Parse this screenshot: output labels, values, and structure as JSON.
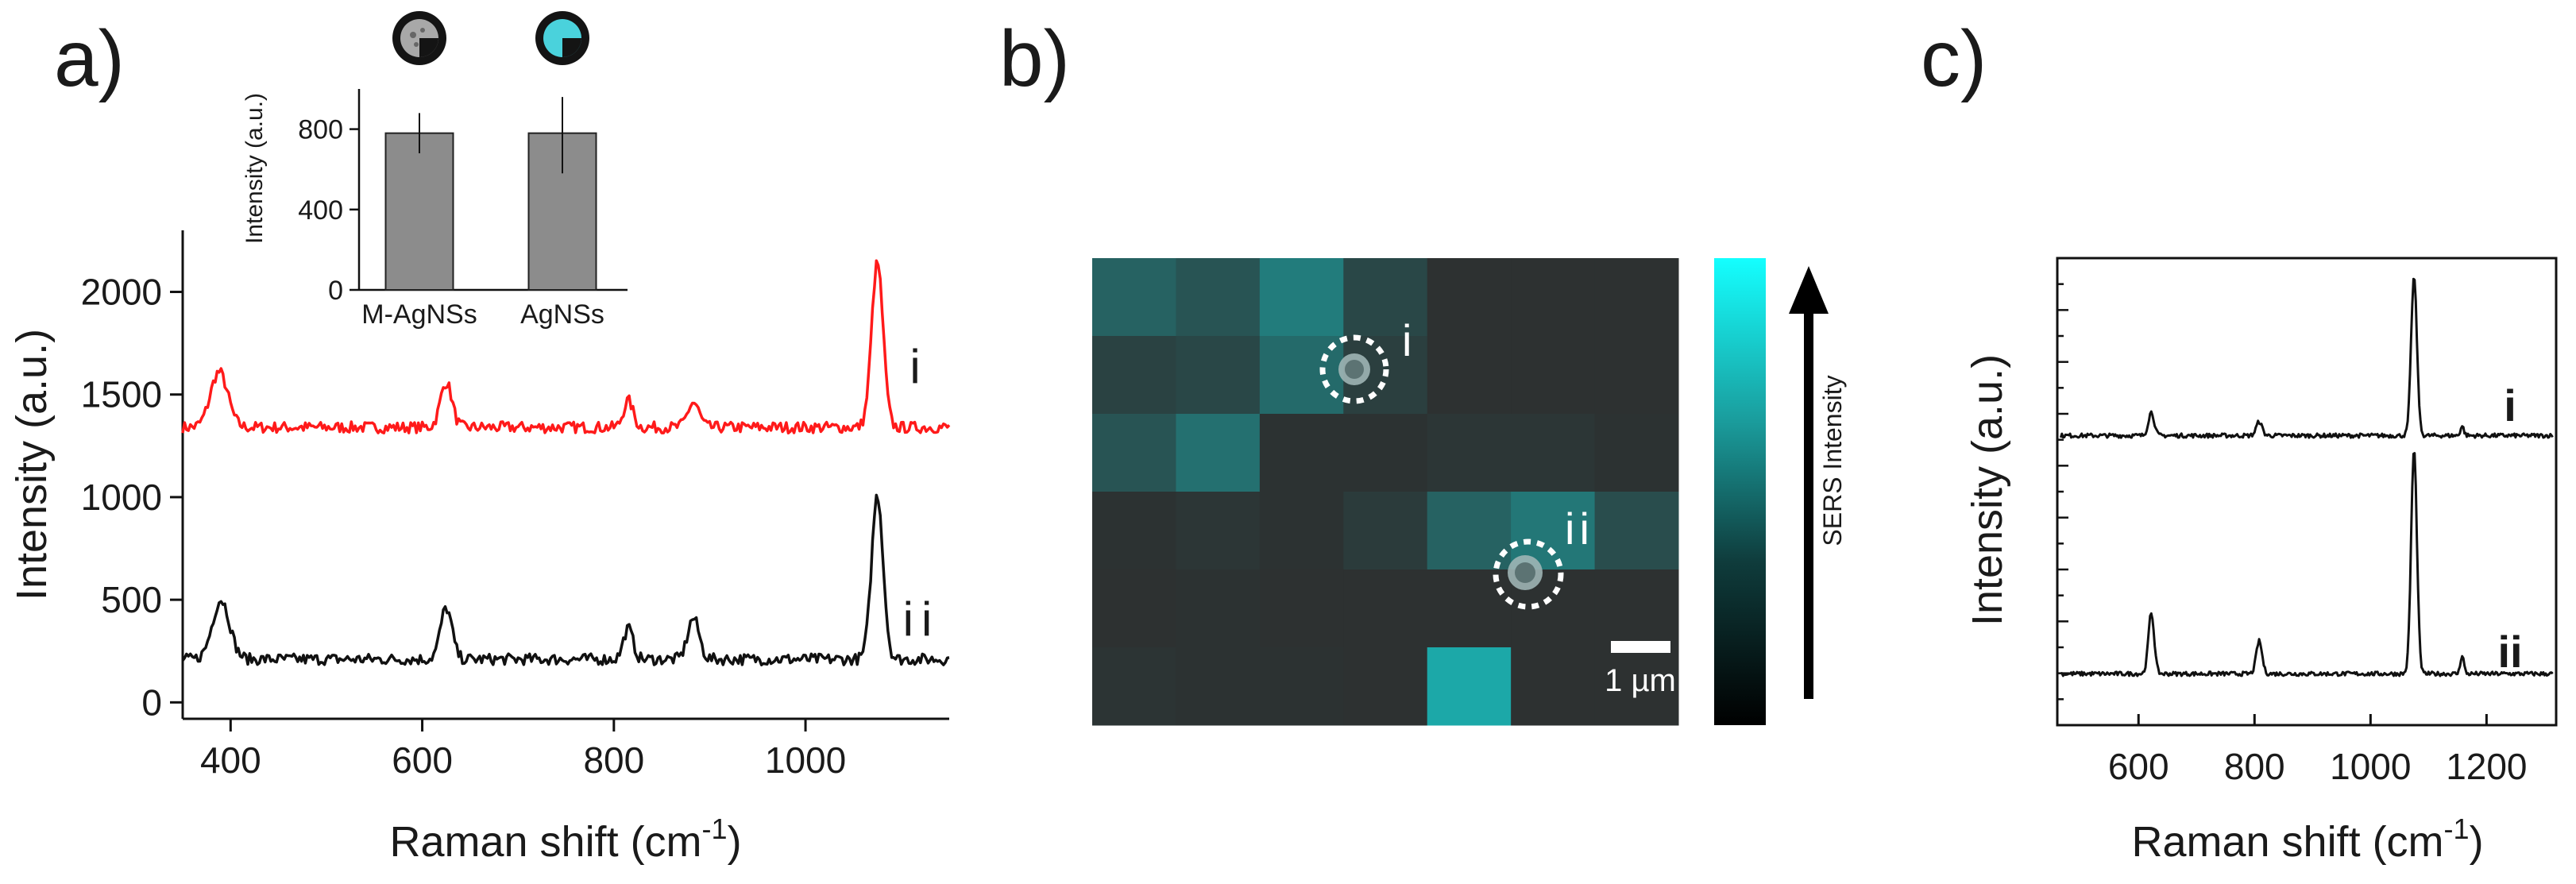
{
  "panels": {
    "a": {
      "letter": "a)"
    },
    "b": {
      "letter": "b)"
    },
    "c": {
      "letter": "c)"
    }
  },
  "chart_data": [
    {
      "panel": "a",
      "type": "line",
      "xlabel_main": "Raman shift (cm",
      "xlabel_sup": "-1",
      "xlabel_end": ")",
      "ylabel": "Intensity (a.u.)",
      "xlim": [
        350,
        1150
      ],
      "ylim": [
        -80,
        2300
      ],
      "xticks": [
        400,
        600,
        800,
        1000
      ],
      "yticks": [
        0,
        500,
        1000,
        1500,
        2000
      ],
      "series": [
        {
          "name": "i",
          "color": "#ff1a1a",
          "baseline": 1340,
          "peaks": [
            [
              388,
              270,
              9
            ],
            [
              625,
              220,
              6
            ],
            [
              815,
              130,
              5
            ],
            [
              883,
              120,
              6
            ],
            [
              1075,
              800,
              6
            ]
          ]
        },
        {
          "name": "ii",
          "color": "#111111",
          "baseline": 210,
          "peaks": [
            [
              390,
              290,
              9
            ],
            [
              625,
              250,
              6
            ],
            [
              815,
              150,
              5
            ],
            [
              883,
              200,
              6
            ],
            [
              1075,
              800,
              6
            ]
          ]
        }
      ]
    },
    {
      "panel": "a-inset",
      "type": "bar",
      "categories": [
        "M-AgNSs",
        "AgNSs"
      ],
      "values": [
        780,
        780
      ],
      "errors": [
        [
          680,
          880
        ],
        [
          580,
          960
        ]
      ],
      "ylabel": "Intensity (a.u.)",
      "ylim": [
        0,
        1000
      ],
      "yticks": [
        0,
        400,
        800
      ],
      "bar_color": "#8c8c8c",
      "icons": [
        "mesoporous-nanoshell-icon",
        "solid-nanoshell-icon"
      ]
    },
    {
      "panel": "b",
      "type": "heatmap",
      "rows": 6,
      "cols": 7,
      "values": [
        [
          0.3,
          0.22,
          0.45,
          0.15,
          0.02,
          0.02,
          0.02
        ],
        [
          0.12,
          0.15,
          0.35,
          0.1,
          0.02,
          0.02,
          0.02
        ],
        [
          0.22,
          0.38,
          0.03,
          0.03,
          0.05,
          0.05,
          0.03
        ],
        [
          0.03,
          0.05,
          0.03,
          0.08,
          0.3,
          0.42,
          0.18
        ],
        [
          0.02,
          0.03,
          0.02,
          0.02,
          0.02,
          0.02,
          0.02
        ],
        [
          0.04,
          0.03,
          0.03,
          0.02,
          0.7,
          0.02,
          0.02
        ]
      ],
      "markers": [
        "i",
        "ii"
      ],
      "scalebar": "1 µm",
      "colorbar_label": "SERS Intensity",
      "color_low": "#000000",
      "color_high": "#14ffff"
    },
    {
      "panel": "c",
      "type": "line",
      "xlabel_main": "Raman shift (cm",
      "xlabel_sup": "-1",
      "xlabel_end": ")",
      "ylabel": "Intensity (a.u.)",
      "xlim": [
        460,
        1320
      ],
      "ylim": [
        0,
        100
      ],
      "xticks": [
        600,
        800,
        1000,
        1200
      ],
      "series": [
        {
          "name": "i",
          "color": "#111111",
          "baseline": 62,
          "peaks": [
            [
              622,
              5,
              5
            ],
            [
              808,
              3,
              5
            ],
            [
              1075,
              34,
              5
            ],
            [
              1158,
              2,
              3
            ]
          ]
        },
        {
          "name": "ii",
          "color": "#111111",
          "baseline": 11,
          "peaks": [
            [
              622,
              13,
              5
            ],
            [
              808,
              7,
              5
            ],
            [
              1075,
              48,
              5
            ],
            [
              1158,
              4,
              3
            ]
          ]
        }
      ]
    }
  ]
}
